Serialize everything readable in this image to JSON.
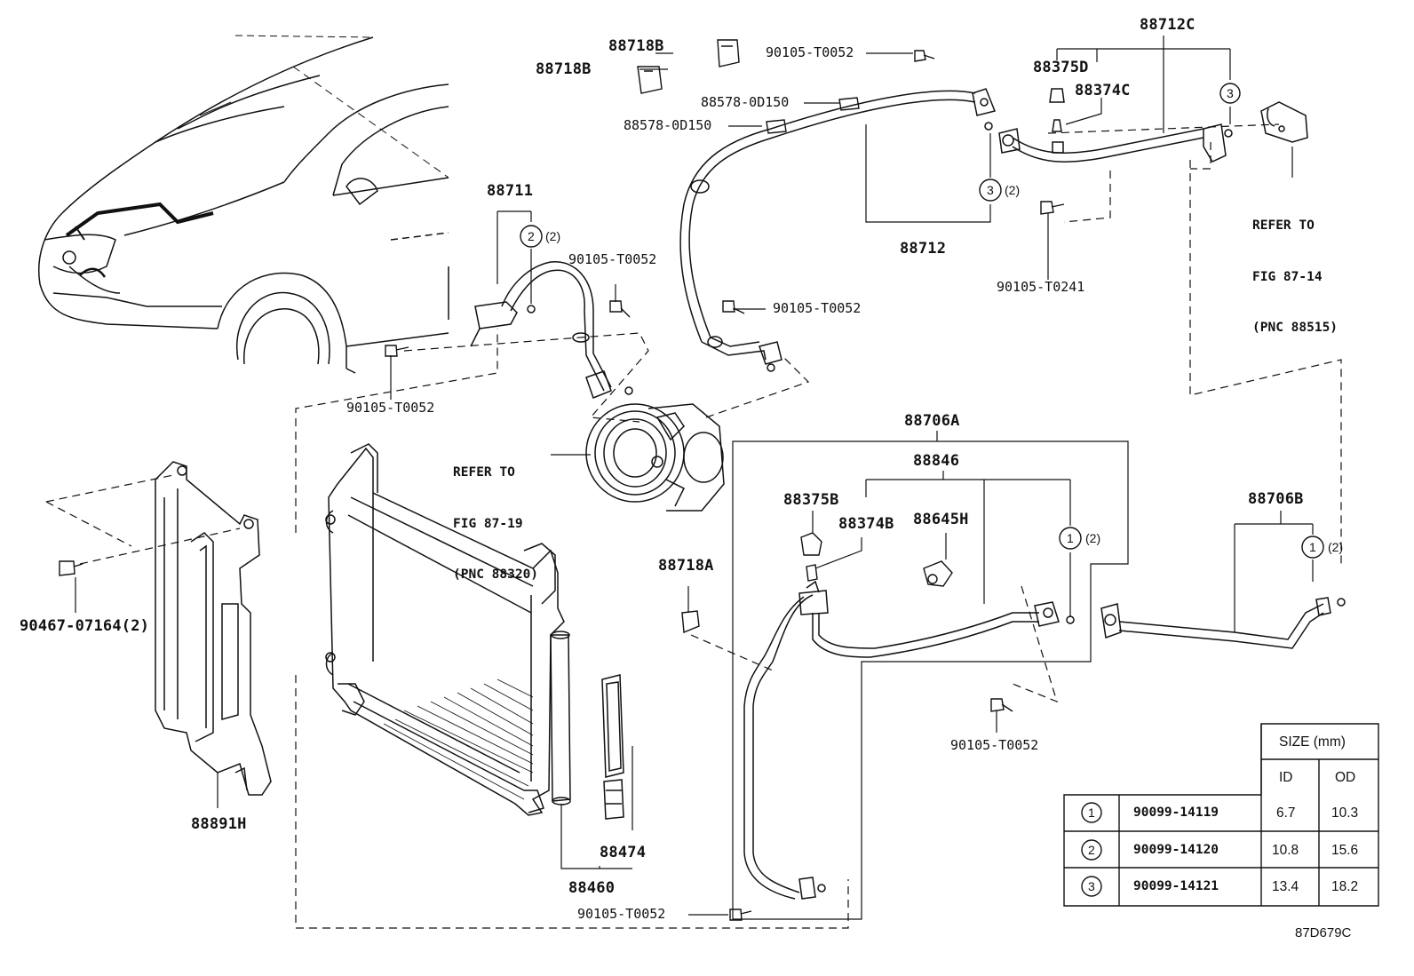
{
  "diagram": {
    "figure_code": "87D679C",
    "parts": {
      "p88712C": "88712C",
      "p88718B_a": "88718B",
      "p88718B_b": "88718B",
      "p90105_T0052_top": "90105-T0052",
      "p88578_a": "88578-0D150",
      "p88578_b": "88578-0D150",
      "p88375D": "88375D",
      "p88374C": "88374C",
      "p88711": "88711",
      "p90105_T0052_mid": "90105-T0052",
      "p88712": "88712",
      "p90105_T0241": "90105-T0241",
      "p90105_T0052_right": "90105-T0052",
      "p90105_T0052_left": "90105-T0052",
      "p88706A": "88706A",
      "p88846": "88846",
      "p88375B": "88375B",
      "p88374B": "88374B",
      "p88645H": "88645H",
      "p88706B": "88706B",
      "p88718A": "88718A",
      "p90467": "90467-07164(2)",
      "p88891H": "88891H",
      "p90105_T0052_bot_mid": "90105-T0052",
      "p88474": "88474",
      "p88460": "88460",
      "p90105_T0052_bottom": "90105-T0052"
    },
    "callouts": {
      "c3_top": "3",
      "c3_mid": "3",
      "c3_mid_qty": "(2)",
      "c2": "2",
      "c2_qty": "(2)",
      "c1_a": "1",
      "c1_a_qty": "(2)",
      "c1_b": "1",
      "c1_b_qty": "(2)"
    },
    "refs": {
      "ref_88515": [
        "REFER TO",
        "FIG 87-14",
        "(PNC 88515)"
      ],
      "ref_88320": [
        "REFER TO",
        "FIG 87-19",
        "(PNC 88320)"
      ]
    }
  },
  "size_table": {
    "header": "SIZE (mm)",
    "col_id": "ID",
    "col_od": "OD",
    "rows": [
      {
        "num": "1",
        "part": "90099-14119",
        "id": "6.7",
        "od": "10.3"
      },
      {
        "num": "2",
        "part": "90099-14120",
        "id": "10.8",
        "od": "15.6"
      },
      {
        "num": "3",
        "part": "90099-14121",
        "id": "13.4",
        "od": "18.2"
      }
    ]
  }
}
